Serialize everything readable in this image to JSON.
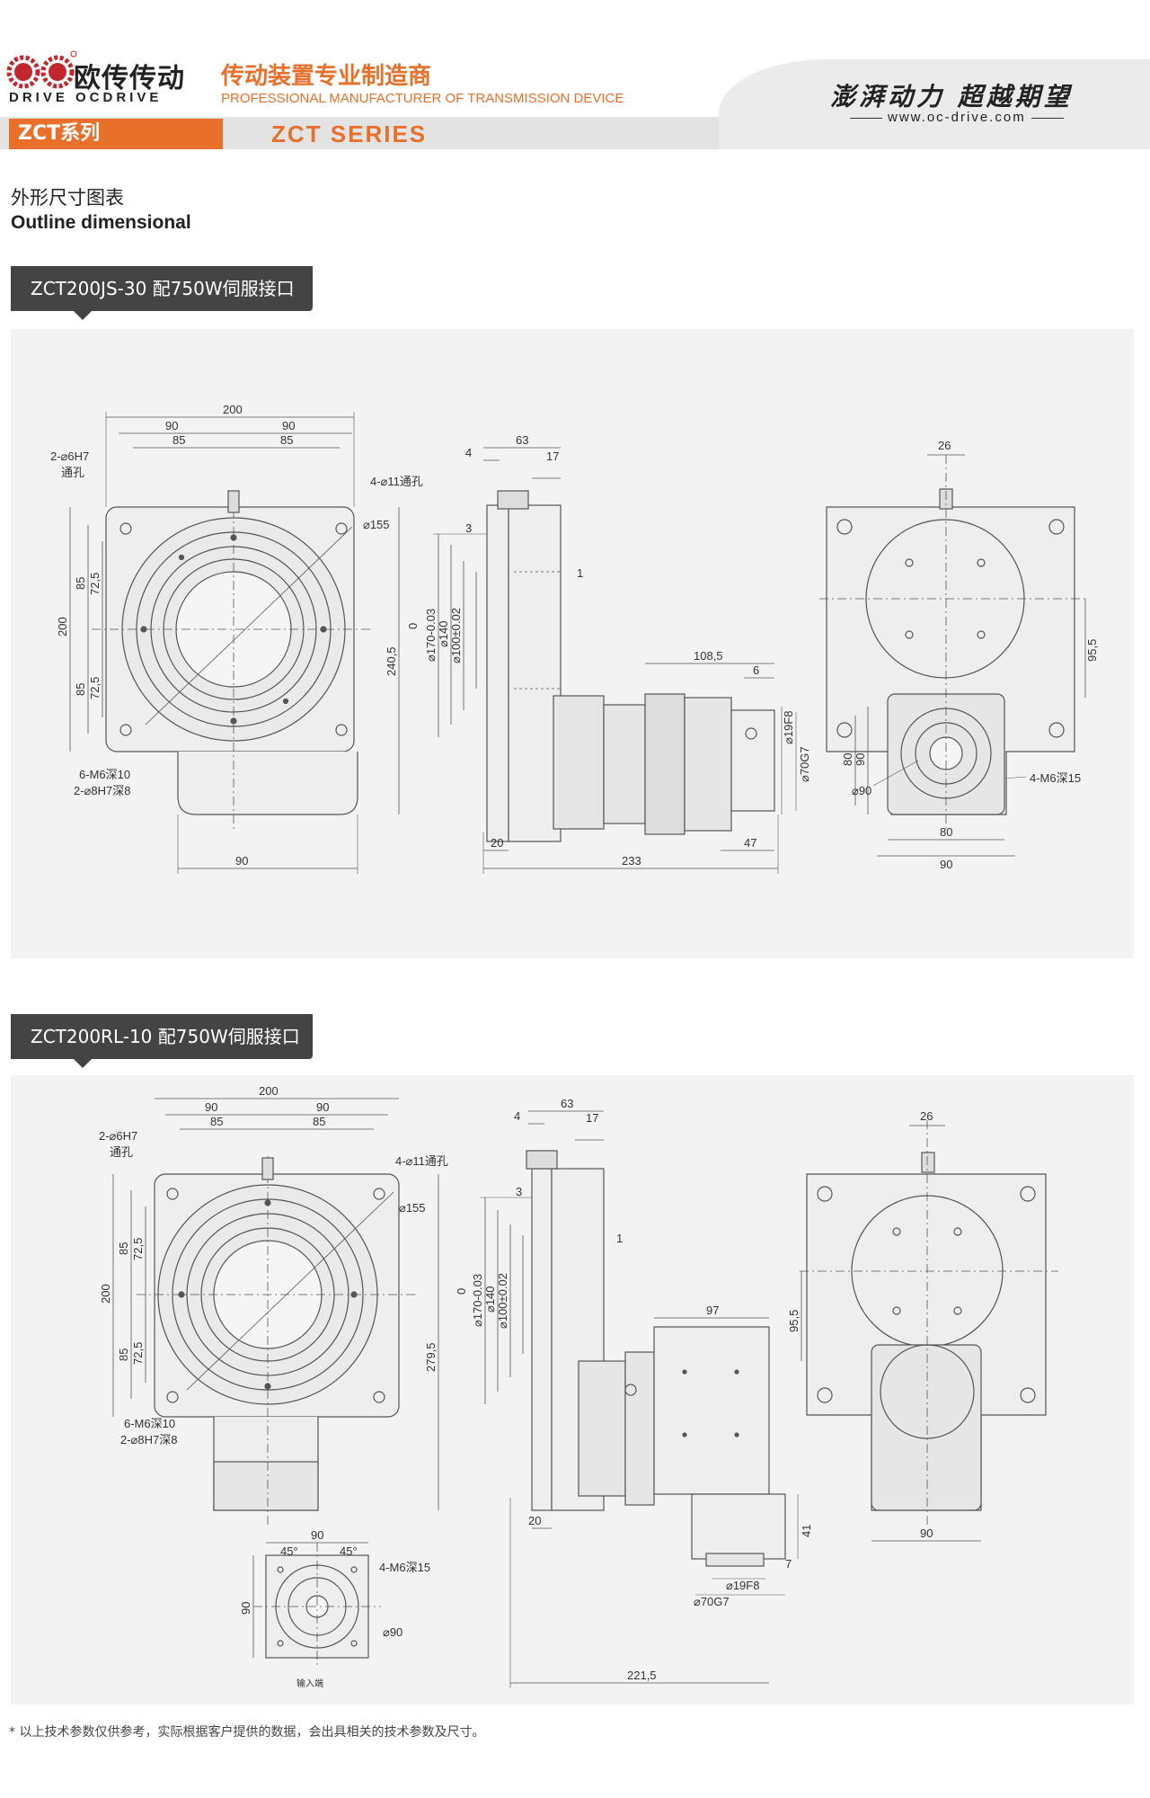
{
  "header": {
    "brand_cn": "欧传传动",
    "brand_en": "DRIVE OCDRIVE",
    "tagline_cn": "传动装置专业制造商",
    "tagline_en": "PROFESSIONAL MANUFACTURER OF TRANSMISSION DEVICE",
    "slogan": "澎湃动力 超越期望",
    "website": "www.oc-drive.com",
    "series_tab": "ZCT系列",
    "series_en": "ZCT SERIES",
    "accent_color": "#e8702a"
  },
  "section": {
    "title_cn": "外形尺寸图表",
    "title_en": "Outline dimensional"
  },
  "drawings": [
    {
      "model": "ZCT200JS-30 配750W伺服接口",
      "front": {
        "top_width": "200",
        "half_left": "90",
        "half_right": "90",
        "inner_left": "85",
        "inner_right": "85",
        "hole_a": "2-⌀6H7",
        "hole_a_note": "通孔",
        "hole_b": "4-⌀11通孔",
        "dia_155": "⌀155",
        "height": "200",
        "h85a": "85",
        "h72a": "72,5",
        "h85b": "85",
        "h72b": "72,5",
        "total_height": "240,5",
        "thread": "6-M6深10",
        "pin": "2-⌀8H7深8",
        "bottom_width": "90"
      },
      "side": {
        "width_63": "63",
        "d4": "4",
        "d17": "17",
        "d3": "3",
        "d1": "1",
        "zero": "0",
        "dia170": "⌀170-0.03",
        "dia140": "⌀140",
        "dia100": "⌀100±0.02",
        "d108": "108,5",
        "d6": "6",
        "dia19": "⌀19F8",
        "dia70": "⌀70G7",
        "d20": "20",
        "d47": "47",
        "total": "233"
      },
      "right": {
        "d26": "26",
        "d95": "95,5",
        "d80v": "80",
        "d90v": "90",
        "dia90": "⌀90",
        "thread": "4-M6深15",
        "d80h": "80",
        "d90h": "90"
      }
    },
    {
      "model": "ZCT200RL-10 配750W伺服接口",
      "front": {
        "top_width": "200",
        "half_left": "90",
        "half_right": "90",
        "inner_left": "85",
        "inner_right": "85",
        "hole_a": "2-⌀6H7",
        "hole_a_note": "通孔",
        "hole_b": "4-⌀11通孔",
        "dia_155": "⌀155",
        "height": "200",
        "h85a": "85",
        "h72a": "72,5",
        "h85b": "85",
        "h72b": "72,5",
        "total_height": "279,5",
        "thread": "6-M6深10",
        "pin": "2-⌀8H7深8"
      },
      "side": {
        "width_63": "63",
        "d4": "4",
        "d17": "17",
        "d3": "3",
        "d1": "1",
        "zero": "0",
        "dia170": "⌀170-0.03",
        "dia140": "⌀140",
        "dia100": "⌀100±0.02",
        "d97": "97",
        "d41": "41",
        "d7": "7",
        "dia19": "⌀19F8",
        "dia70": "⌀70G7",
        "d20": "20",
        "total": "221,5"
      },
      "right": {
        "d26": "26",
        "d95": "95,5",
        "d90h": "90"
      },
      "bottom_view": {
        "d90h": "90",
        "d90v": "90",
        "a1": "45°",
        "a2": "45°",
        "thread": "4-M6深15",
        "dia90": "⌀90",
        "note": "输入端"
      }
    }
  ],
  "footnote": "* 以上技术参数仅供参考，实际根据客户提供的数据，会出具相关的技术参数及尺寸。"
}
